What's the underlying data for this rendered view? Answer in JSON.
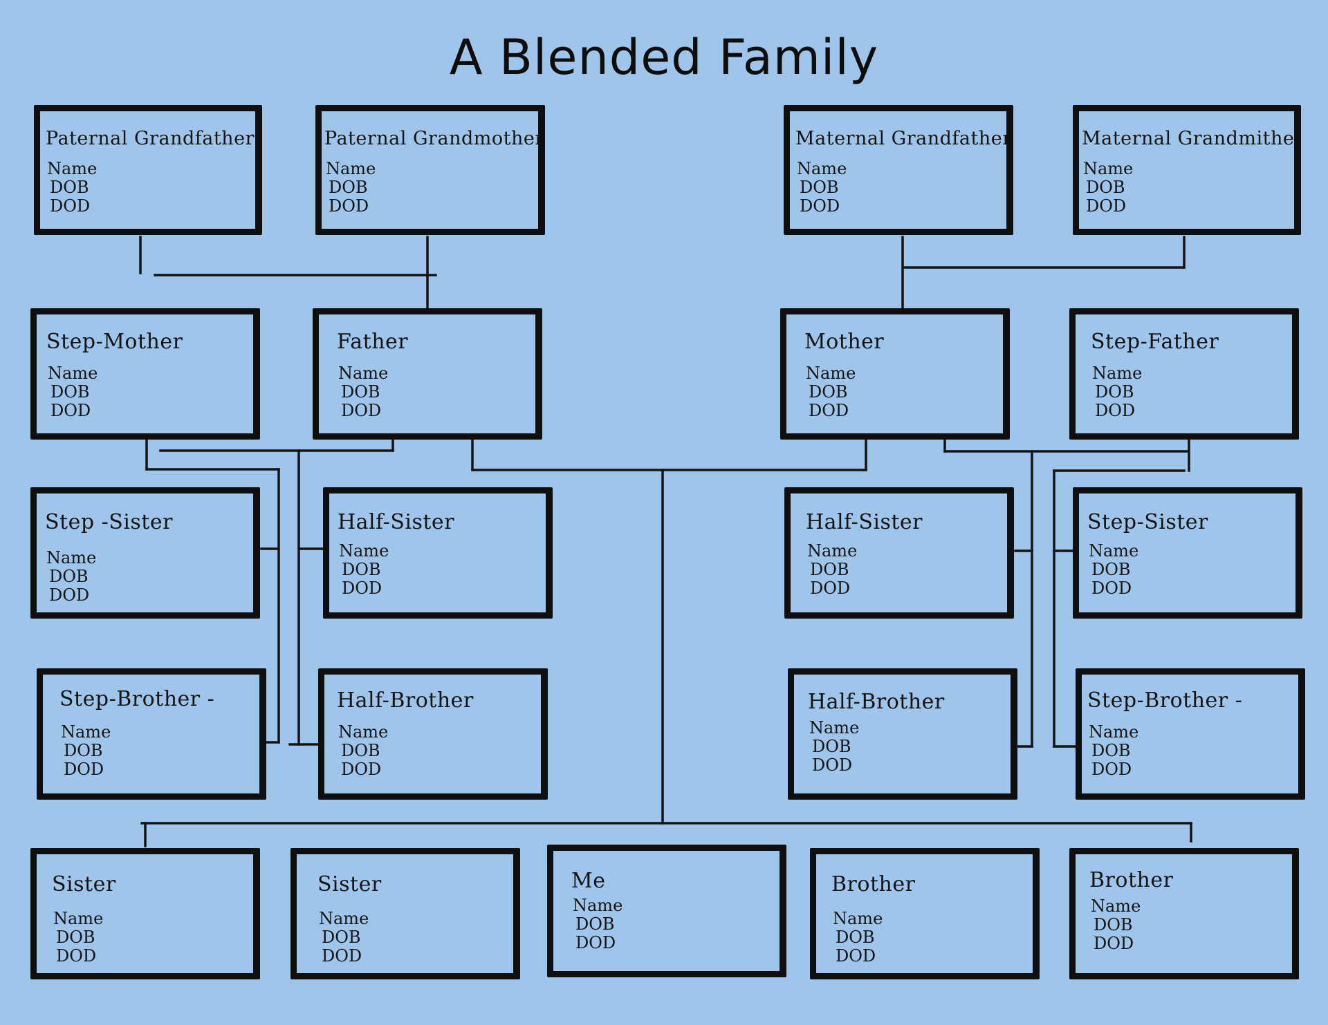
{
  "title": "A Blended Family",
  "field_labels": [
    "Name",
    "DOB",
    "DOD"
  ],
  "colors": {
    "background": "#9fc5ea",
    "line": "#141414",
    "box_border": "#0f0f0f"
  },
  "members": [
    {
      "id": "paternal-grandfather",
      "label": "Paternal Grandfather"
    },
    {
      "id": "paternal-grandmother",
      "label": "Paternal Grandmother"
    },
    {
      "id": "maternal-grandfather",
      "label": "Maternal Grandfather"
    },
    {
      "id": "maternal-grandmother",
      "label": "Maternal Grandmither"
    },
    {
      "id": "step-mother",
      "label": "Step-Mother"
    },
    {
      "id": "father",
      "label": "Father"
    },
    {
      "id": "mother",
      "label": "Mother"
    },
    {
      "id": "step-father",
      "label": "Step-Father"
    },
    {
      "id": "step-sister-left",
      "label": "Step -Sister"
    },
    {
      "id": "half-sister-left",
      "label": "Half-Sister"
    },
    {
      "id": "half-sister-right",
      "label": "Half-Sister"
    },
    {
      "id": "step-sister-right",
      "label": "Step-Sister"
    },
    {
      "id": "step-brother-left",
      "label": "Step-Brother -"
    },
    {
      "id": "half-brother-left",
      "label": "Half-Brother"
    },
    {
      "id": "half-brother-right",
      "label": "Half-Brother"
    },
    {
      "id": "step-brother-right",
      "label": "Step-Brother -"
    },
    {
      "id": "sister-1",
      "label": "Sister"
    },
    {
      "id": "sister-2",
      "label": "Sister"
    },
    {
      "id": "me",
      "label": "Me"
    },
    {
      "id": "brother-1",
      "label": "Brother"
    },
    {
      "id": "brother-2",
      "label": "Brother"
    }
  ]
}
